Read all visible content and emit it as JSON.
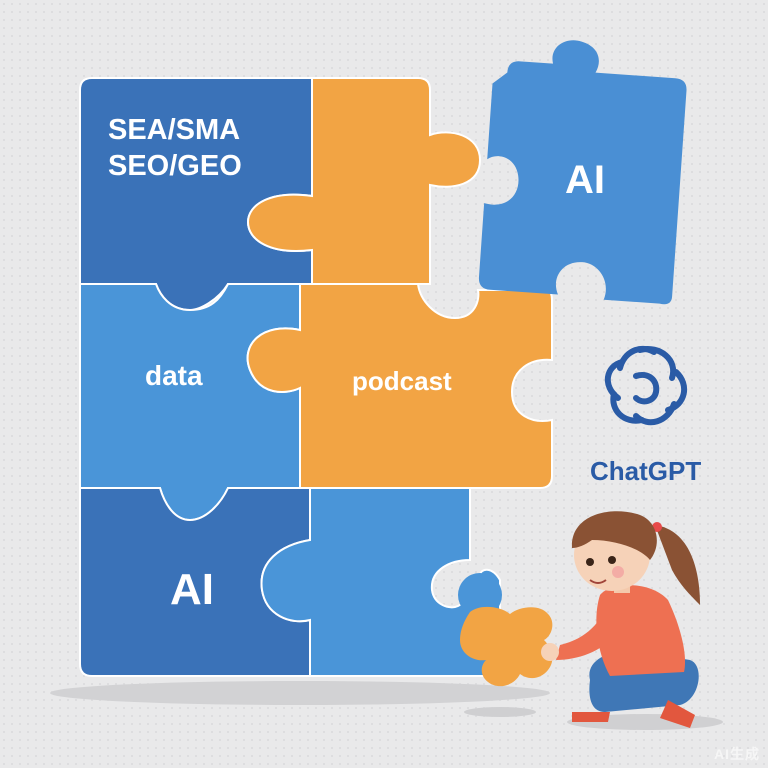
{
  "pieces": {
    "top_left": {
      "line1": "SEA/SMA",
      "line2": "SEO/GEO"
    },
    "middle_left": "data",
    "middle_right": "podcast",
    "bottom_left": "AI",
    "floating": "AI"
  },
  "logo": {
    "icon": "chatgpt-knot-icon",
    "label": "ChatGPT"
  },
  "watermark": "AI生成",
  "colors": {
    "dark_blue": "#3a72b8",
    "light_blue": "#4a95d8",
    "orange": "#f2a444",
    "logo_blue": "#2a5ba6",
    "shirt": "#ee7052",
    "jeans": "#3f77b6",
    "hair": "#8a5234",
    "background": "#e9e9ea"
  }
}
